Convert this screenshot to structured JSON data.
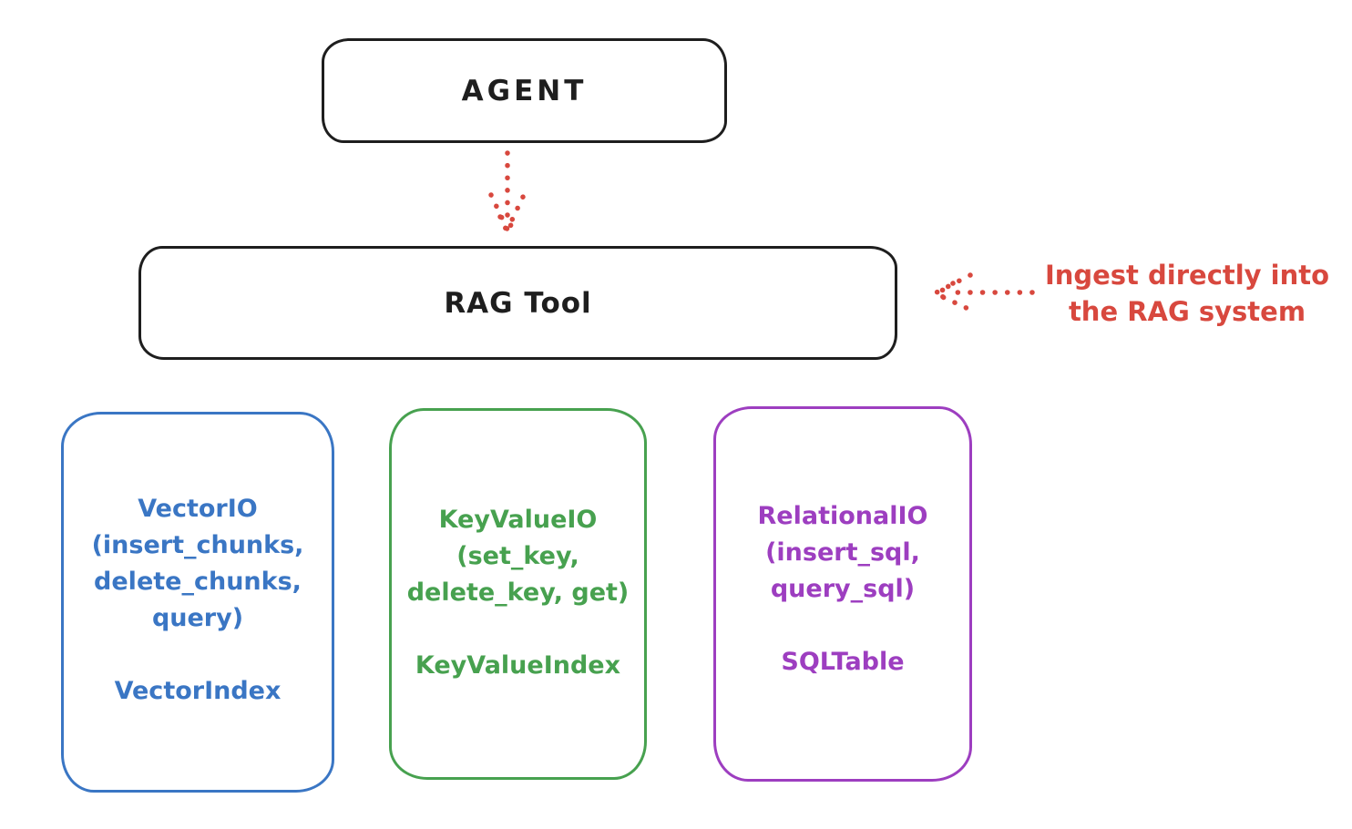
{
  "colors": {
    "ink": "#1e1e1e",
    "red": "#d8483e",
    "blue": "#3a76c4",
    "green": "#47a14f",
    "purple": "#9d3ec0"
  },
  "diagram": {
    "agent": {
      "label": "AGENT"
    },
    "rag_tool": {
      "label": "RAG Tool"
    },
    "annotation": {
      "line1": "Ingest directly into",
      "line2": "the RAG system"
    },
    "backends": [
      {
        "title": "VectorIO",
        "param_line1": "(insert_chunks,",
        "param_line2": "delete_chunks,",
        "param_line3": "query)",
        "index_label": "VectorIndex",
        "color": "#3a76c4"
      },
      {
        "title": "KeyValueIO",
        "param_line1": "(set_key,",
        "param_line2": "delete_key, get)",
        "index_label": "KeyValueIndex",
        "color": "#47a14f"
      },
      {
        "title": "RelationalIO",
        "param_line1": "(insert_sql,",
        "param_line2": "query_sql)",
        "index_label": "SQLTable",
        "color": "#9d3ec0"
      }
    ]
  }
}
